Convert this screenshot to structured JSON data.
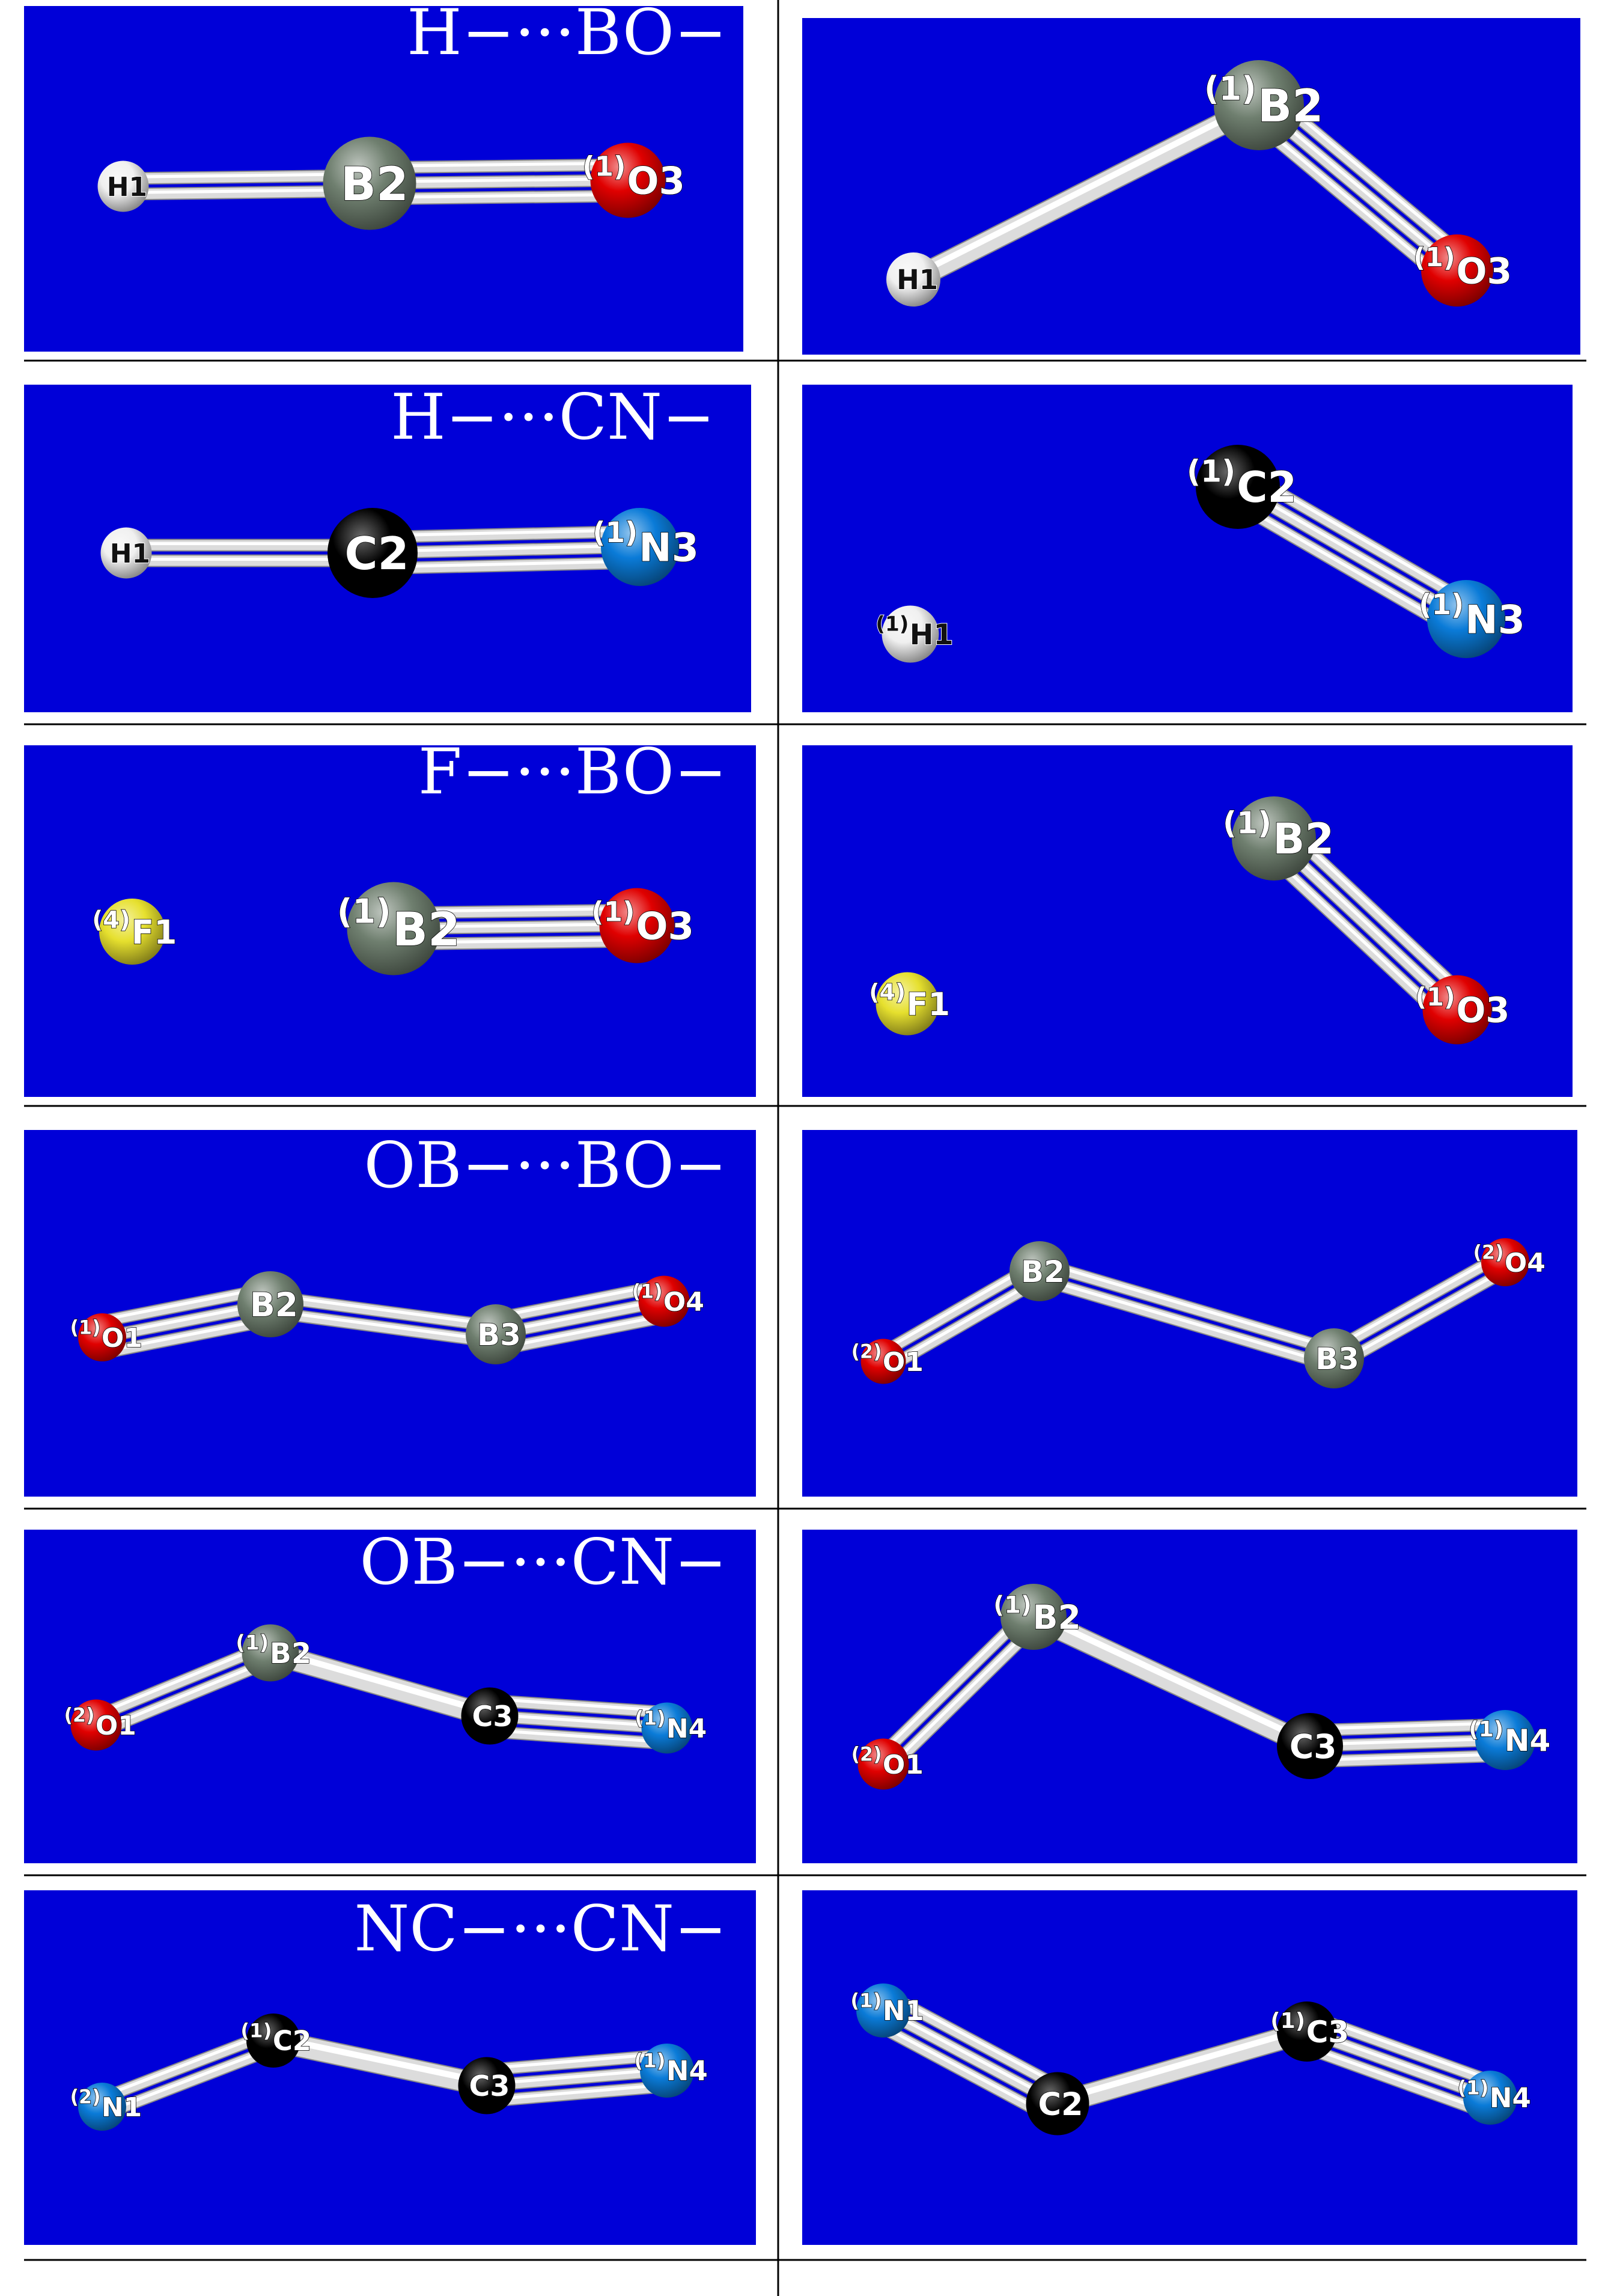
{
  "colors": {
    "background": "#0000d8",
    "bond": "#dcdcdc",
    "atom_H": "#f0f0f0",
    "atom_B": "#6f7f6f",
    "atom_O": "#e00000",
    "atom_C": "#000000",
    "atom_N": "#0a7bd8",
    "atom_F": "#e6e02e"
  },
  "panels": [
    {
      "id": "p1-left",
      "title": "H−···BO−",
      "atoms": [
        {
          "id": "a1",
          "el": "H",
          "sup": "",
          "label": "H1"
        },
        {
          "id": "a2",
          "el": "B",
          "sup": "",
          "label": "B2"
        },
        {
          "id": "a3",
          "el": "O",
          "sup": "(1)",
          "label": "O3"
        }
      ],
      "bonds": [
        {
          "a": "a1",
          "b": "a2",
          "order": 2
        },
        {
          "a": "a2",
          "b": "a3",
          "order": 3
        }
      ]
    },
    {
      "id": "p1-right",
      "title": "",
      "atoms": [
        {
          "id": "a1",
          "el": "H",
          "sup": "",
          "label": "H1"
        },
        {
          "id": "a2",
          "el": "B",
          "sup": "(1)",
          "label": "B2"
        },
        {
          "id": "a3",
          "el": "O",
          "sup": "(1)",
          "label": "O3"
        }
      ],
      "bonds": [
        {
          "a": "a1",
          "b": "a2",
          "order": 1
        },
        {
          "a": "a2",
          "b": "a3",
          "order": 3
        }
      ]
    },
    {
      "id": "p2-left",
      "title": "H−···CN−",
      "atoms": [
        {
          "id": "a1",
          "el": "H",
          "sup": "",
          "label": "H1"
        },
        {
          "id": "a2",
          "el": "C",
          "sup": "",
          "label": "C2"
        },
        {
          "id": "a3",
          "el": "N",
          "sup": "(1)",
          "label": "N3"
        }
      ],
      "bonds": [
        {
          "a": "a1",
          "b": "a2",
          "order": 2
        },
        {
          "a": "a2",
          "b": "a3",
          "order": 3
        }
      ]
    },
    {
      "id": "p2-right",
      "title": "",
      "atoms": [
        {
          "id": "a1",
          "el": "H",
          "sup": "(1)",
          "label": "H1"
        },
        {
          "id": "a2",
          "el": "C",
          "sup": "(1)",
          "label": "C2"
        },
        {
          "id": "a3",
          "el": "N",
          "sup": "(1)",
          "label": "N3"
        }
      ],
      "bonds": [
        {
          "a": "a2",
          "b": "a3",
          "order": 3
        }
      ]
    },
    {
      "id": "p3-left",
      "title": "F−···BO−",
      "atoms": [
        {
          "id": "a1",
          "el": "F",
          "sup": "(4)",
          "label": "F1"
        },
        {
          "id": "a2",
          "el": "B",
          "sup": "(1)",
          "label": "B2"
        },
        {
          "id": "a3",
          "el": "O",
          "sup": "(1)",
          "label": "O3"
        }
      ],
      "bonds": [
        {
          "a": "a2",
          "b": "a3",
          "order": 3
        }
      ]
    },
    {
      "id": "p3-right",
      "title": "",
      "atoms": [
        {
          "id": "a1",
          "el": "F",
          "sup": "(4)",
          "label": "F1"
        },
        {
          "id": "a2",
          "el": "B",
          "sup": "(1)",
          "label": "B2"
        },
        {
          "id": "a3",
          "el": "O",
          "sup": "(1)",
          "label": "O3"
        }
      ],
      "bonds": [
        {
          "a": "a2",
          "b": "a3",
          "order": 3
        }
      ]
    },
    {
      "id": "p4-left",
      "title": "OB−···BO−",
      "atoms": [
        {
          "id": "a1",
          "el": "O",
          "sup": "(1)",
          "label": "O1"
        },
        {
          "id": "a2",
          "el": "B",
          "sup": "",
          "label": "B2"
        },
        {
          "id": "a3",
          "el": "B",
          "sup": "",
          "label": "B3"
        },
        {
          "id": "a4",
          "el": "O",
          "sup": "(1)",
          "label": "O4"
        }
      ],
      "bonds": [
        {
          "a": "a1",
          "b": "a2",
          "order": 3
        },
        {
          "a": "a2",
          "b": "a3",
          "order": 2
        },
        {
          "a": "a3",
          "b": "a4",
          "order": 3
        }
      ]
    },
    {
      "id": "p4-right",
      "title": "",
      "atoms": [
        {
          "id": "a1",
          "el": "O",
          "sup": "(2)",
          "label": "O1"
        },
        {
          "id": "a2",
          "el": "B",
          "sup": "",
          "label": "B2"
        },
        {
          "id": "a3",
          "el": "B",
          "sup": "",
          "label": "B3"
        },
        {
          "id": "a4",
          "el": "O",
          "sup": "(2)",
          "label": "O4"
        }
      ],
      "bonds": [
        {
          "a": "a1",
          "b": "a2",
          "order": 2
        },
        {
          "a": "a2",
          "b": "a3",
          "order": 2
        },
        {
          "a": "a3",
          "b": "a4",
          "order": 2
        }
      ]
    },
    {
      "id": "p5-left",
      "title": "OB−···CN−",
      "atoms": [
        {
          "id": "a1",
          "el": "O",
          "sup": "(2)",
          "label": "O1"
        },
        {
          "id": "a2",
          "el": "B",
          "sup": "(1)",
          "label": "B2"
        },
        {
          "id": "a3",
          "el": "C",
          "sup": "",
          "label": "C3"
        },
        {
          "id": "a4",
          "el": "N",
          "sup": "(1)",
          "label": "N4"
        }
      ],
      "bonds": [
        {
          "a": "a1",
          "b": "a2",
          "order": 2
        },
        {
          "a": "a2",
          "b": "a3",
          "order": 1
        },
        {
          "a": "a3",
          "b": "a4",
          "order": 3
        }
      ]
    },
    {
      "id": "p5-right",
      "title": "",
      "atoms": [
        {
          "id": "a1",
          "el": "O",
          "sup": "(2)",
          "label": "O1"
        },
        {
          "id": "a2",
          "el": "B",
          "sup": "(1)",
          "label": "B2"
        },
        {
          "id": "a3",
          "el": "C",
          "sup": "",
          "label": "C3"
        },
        {
          "id": "a4",
          "el": "N",
          "sup": "(1)",
          "label": "N4"
        }
      ],
      "bonds": [
        {
          "a": "a1",
          "b": "a2",
          "order": 2
        },
        {
          "a": "a2",
          "b": "a3",
          "order": 1
        },
        {
          "a": "a3",
          "b": "a4",
          "order": 3
        }
      ]
    },
    {
      "id": "p6-left",
      "title": "NC−···CN−",
      "atoms": [
        {
          "id": "a1",
          "el": "N",
          "sup": "(2)",
          "label": "N1"
        },
        {
          "id": "a2",
          "el": "C",
          "sup": "(1)",
          "label": "C2"
        },
        {
          "id": "a3",
          "el": "C",
          "sup": "",
          "label": "C3"
        },
        {
          "id": "a4",
          "el": "N",
          "sup": "(1)",
          "label": "N4"
        }
      ],
      "bonds": [
        {
          "a": "a1",
          "b": "a2",
          "order": 2
        },
        {
          "a": "a2",
          "b": "a3",
          "order": 1
        },
        {
          "a": "a3",
          "b": "a4",
          "order": 3
        }
      ]
    },
    {
      "id": "p6-right",
      "title": "",
      "atoms": [
        {
          "id": "a1",
          "el": "N",
          "sup": "(1)",
          "label": "N1"
        },
        {
          "id": "a2",
          "el": "C",
          "sup": "",
          "label": "C2"
        },
        {
          "id": "a3",
          "el": "C",
          "sup": "(1)",
          "label": "C3"
        },
        {
          "id": "a4",
          "el": "N",
          "sup": "(1)",
          "label": "N4"
        }
      ],
      "bonds": [
        {
          "a": "a1",
          "b": "a2",
          "order": 3
        },
        {
          "a": "a2",
          "b": "a3",
          "order": 1
        },
        {
          "a": "a3",
          "b": "a4",
          "order": 3
        }
      ]
    }
  ]
}
